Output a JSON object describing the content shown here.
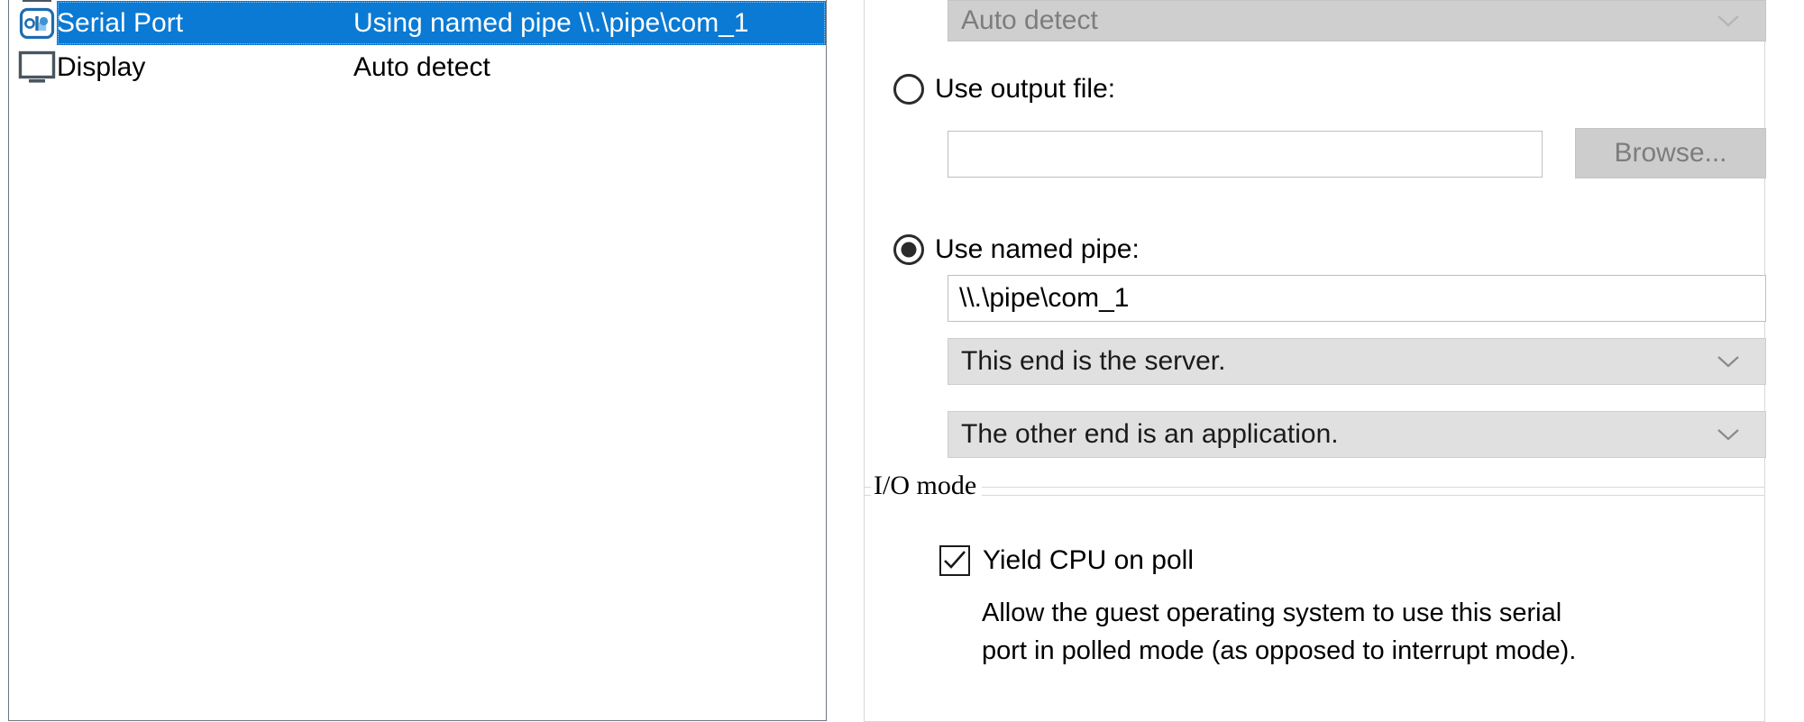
{
  "device_list": {
    "name": "virtual-machine-device-list",
    "rows": [
      {
        "icon": "serial-port-icon",
        "label": "Serial Port",
        "summary": "Using named pipe \\\\.\\pipe\\com_1",
        "selected": true
      },
      {
        "icon": "display-monitor-icon",
        "label": "Display",
        "summary": "Auto detect",
        "selected": false
      }
    ]
  },
  "settings": {
    "connection_group": {
      "legend": "",
      "auto_detect_combo": {
        "value": "Auto detect",
        "enabled": false,
        "chevron_icon": "chevron-down-icon"
      },
      "output_file_radio": {
        "label": "Use output file:",
        "checked": false
      },
      "output_file_input": {
        "value": "",
        "placeholder": ""
      },
      "browse_button": {
        "label": "Browse...",
        "enabled": false
      },
      "named_pipe_radio": {
        "label": "Use named pipe:",
        "checked": true
      },
      "named_pipe_input": {
        "value": "\\\\.\\pipe\\com_1",
        "placeholder": ""
      },
      "pipe_end_combo": {
        "value": "This end is the server.",
        "chevron_icon": "chevron-down-icon"
      },
      "other_end_combo": {
        "value": "The other end is an application.",
        "chevron_icon": "chevron-down-icon"
      }
    },
    "io_mode_group": {
      "legend": "I/O mode",
      "yield_checkbox": {
        "label": "Yield CPU on poll",
        "checked": true,
        "check_icon": "checkmark-icon"
      },
      "yield_description": "Allow the guest operating system to use this serial port in polled mode (as opposed to interrupt mode)."
    }
  },
  "colors": {
    "selection": "#0a7ad4",
    "selection_text": "#ffffff",
    "combo_enabled_bg": "#e0e0e0",
    "combo_disabled_bg": "#cfcfcf",
    "disabled_text": "#7d7d7d",
    "panel_border": "#6f7680",
    "group_border": "#d8d8d8"
  }
}
